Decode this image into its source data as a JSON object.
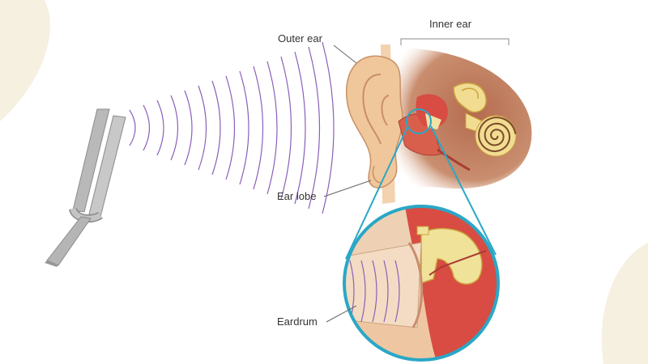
{
  "labels": {
    "outer_ear": "Outer ear",
    "inner_ear": "Inner ear",
    "ear_lobe": "Ear lobe",
    "eardrum": "Eardrum"
  },
  "colors": {
    "background_blob": "#f6f0e1",
    "tuning_fork": "#b8b8b8",
    "sound_wave": "#8a5fb8",
    "skin": "#f0c79b",
    "skin_shadow": "#d9a574",
    "head_tissue": "#b9785a",
    "cochlea": "#f1dc92",
    "ear_canal_red": "#d24d45",
    "callout_ring": "#2aa7c6"
  },
  "icons": [
    "tuning-fork-icon",
    "sound-wave-icon",
    "ear-icon",
    "cochlea-icon",
    "magnifier-callout-icon"
  ]
}
